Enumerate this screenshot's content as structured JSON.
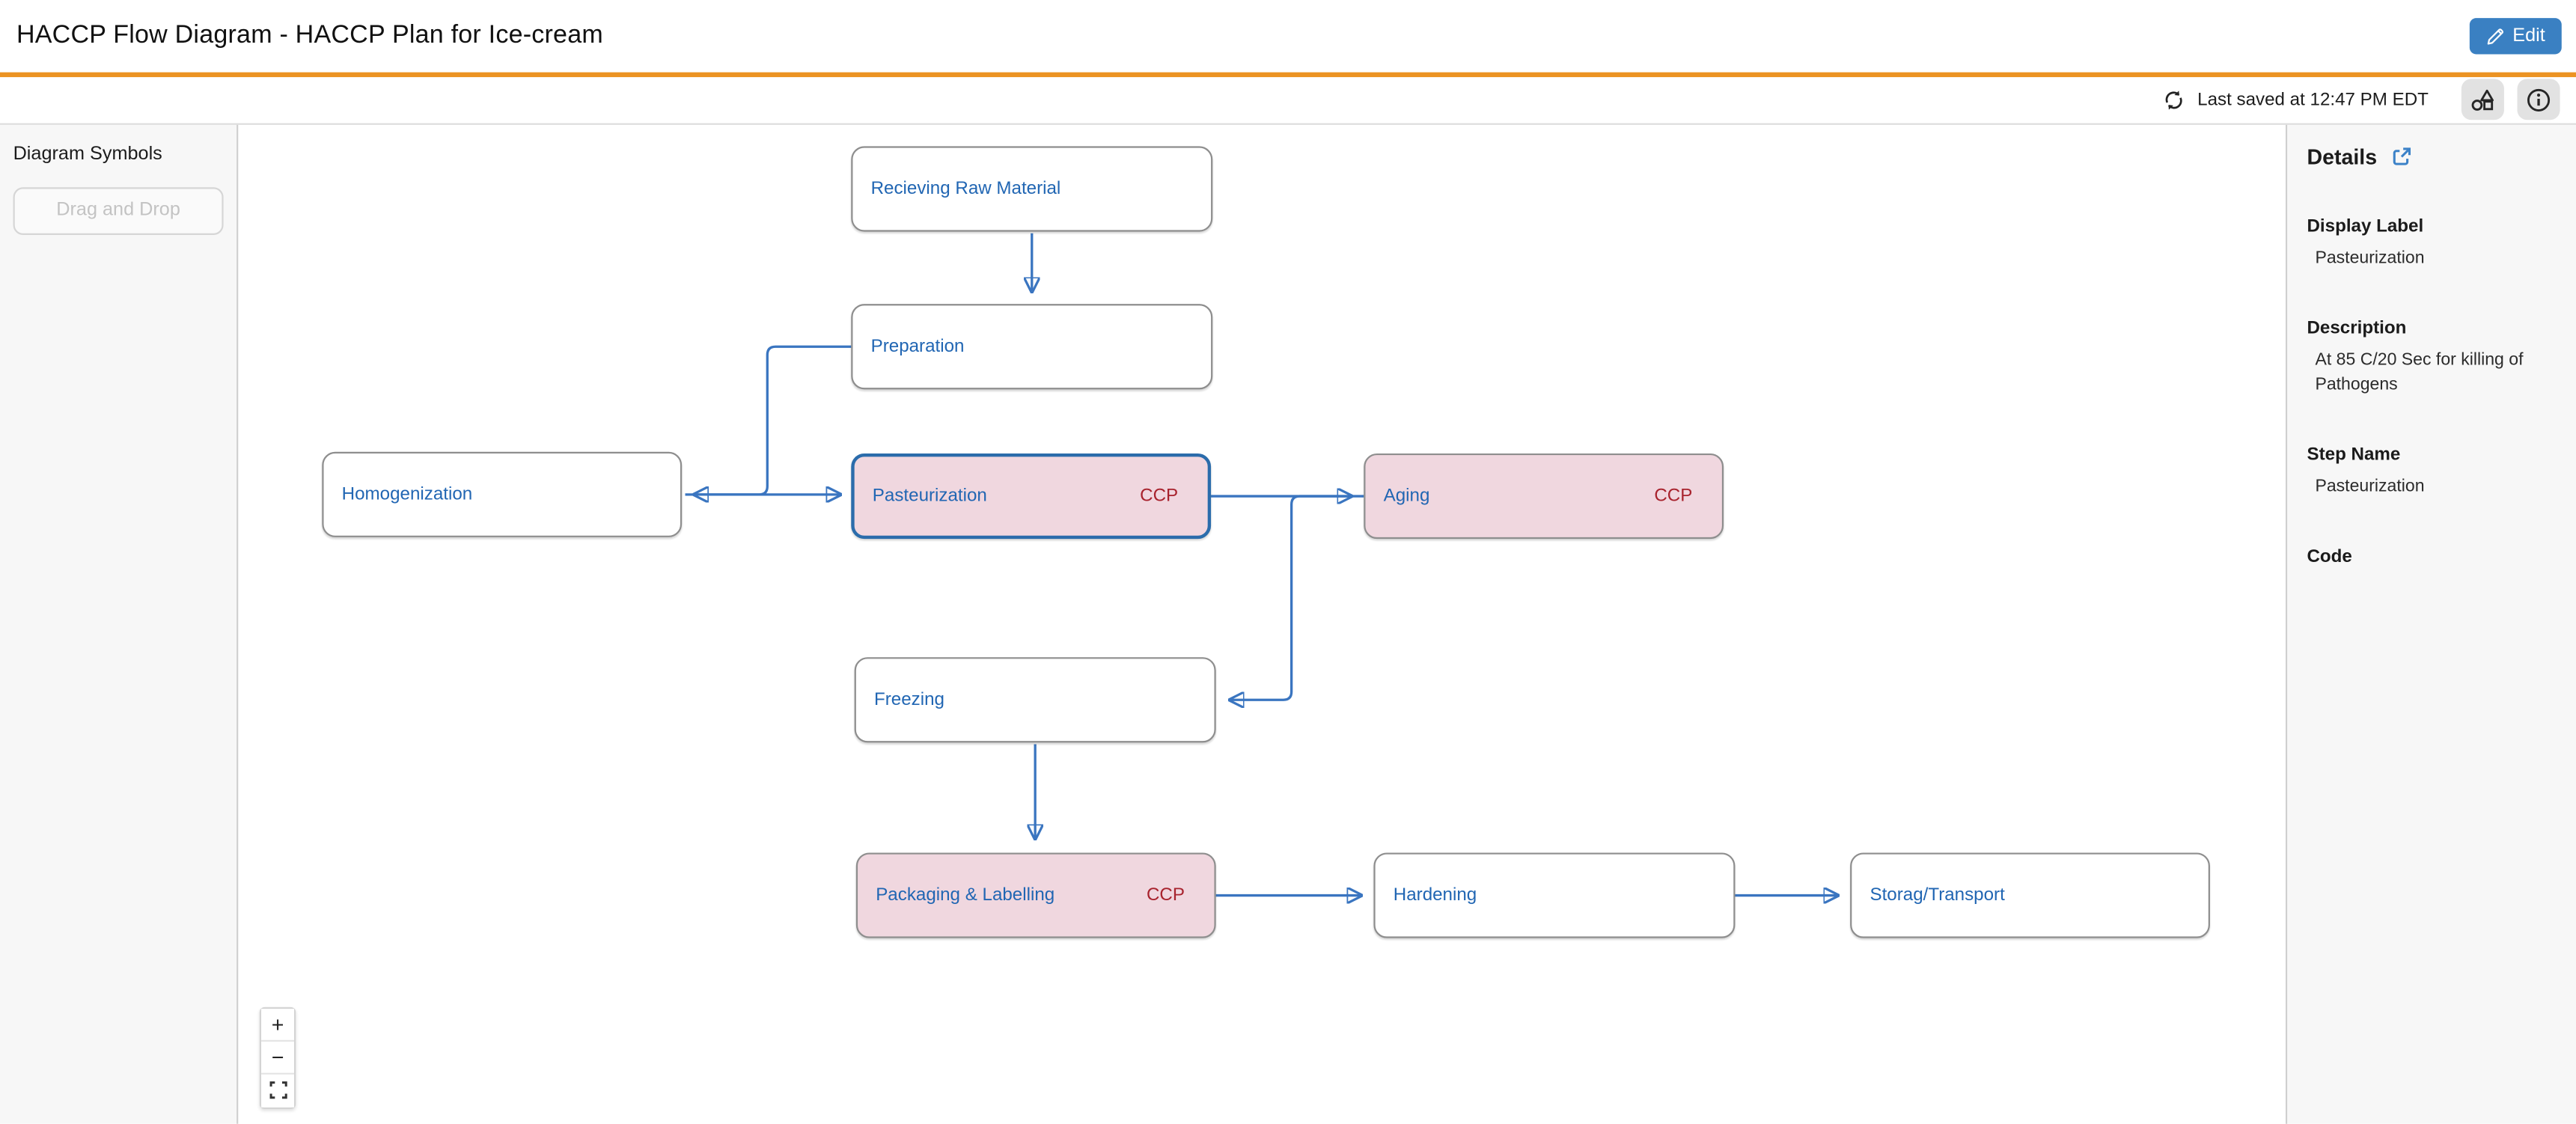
{
  "header": {
    "title": "HACCP Flow Diagram - HACCP Plan for Ice-cream",
    "edit_label": "Edit"
  },
  "toolbar": {
    "last_saved": "Last saved at 12:47 PM EDT",
    "sync_icon": "sync-icon",
    "buttons": [
      {
        "icon": "shapes-icon"
      },
      {
        "icon": "info-icon"
      }
    ]
  },
  "sidebar": {
    "title": "Diagram Symbols",
    "drag_drop_label": "Drag and Drop"
  },
  "diagram": {
    "nodes": [
      {
        "id": "receiving-raw-material",
        "label": "Recieving Raw Material"
      },
      {
        "id": "preparation",
        "label": "Preparation"
      },
      {
        "id": "homogenization",
        "label": "Homogenization"
      },
      {
        "id": "pasteurization",
        "label": "Pasteurization",
        "badge": "CCP",
        "selected": true
      },
      {
        "id": "aging",
        "label": "Aging",
        "badge": "CCP"
      },
      {
        "id": "freezing",
        "label": "Freezing"
      },
      {
        "id": "packaging-labelling",
        "label": "Packaging & Labelling",
        "badge": "CCP"
      },
      {
        "id": "hardening",
        "label": "Hardening"
      },
      {
        "id": "storag-transport",
        "label": "Storag/Transport"
      }
    ],
    "edges": [
      {
        "from": "receiving-raw-material",
        "to": "preparation"
      },
      {
        "from": "preparation",
        "to": "homogenization"
      },
      {
        "from": "homogenization",
        "to": "pasteurization"
      },
      {
        "from": "pasteurization",
        "to": "aging"
      },
      {
        "from": "aging",
        "to": "freezing"
      },
      {
        "from": "freezing",
        "to": "packaging-labelling"
      },
      {
        "from": "packaging-labelling",
        "to": "hardening"
      },
      {
        "from": "hardening",
        "to": "storag-transport"
      }
    ],
    "zoom_controls": {
      "zoom_in": "+",
      "zoom_out": "−",
      "fit_icon": "fit-view-icon"
    }
  },
  "details_panel": {
    "title": "Details",
    "open_icon": "external-link-icon",
    "fields": [
      {
        "label": "Display Label",
        "value": "Pasteurization"
      },
      {
        "label": "Description",
        "value": "At 85 C/20 Sec for killing of Pathogens"
      },
      {
        "label": "Step Name",
        "value": "Pasteurization"
      },
      {
        "label": "Code",
        "value": ""
      }
    ]
  },
  "colors": {
    "accent_orange": "#ec9322",
    "primary_blue": "#3a80c2",
    "node_label_blue": "#2166b3",
    "edge_blue": "#3a75c0",
    "ccp_fill_pink": "#f0d7df",
    "ccp_text_red": "#a8232e",
    "selected_border_blue": "#2b6cab"
  }
}
